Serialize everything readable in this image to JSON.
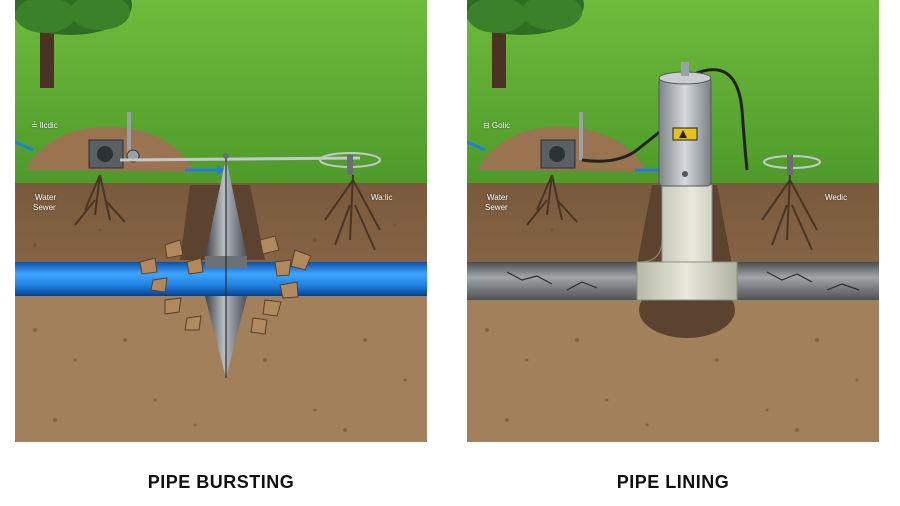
{
  "panels": [
    {
      "id": "bursting",
      "caption": "PIPE BURSTING",
      "labels": {
        "top_left": "≟ llcdic",
        "left_top": "Water",
        "left_bottom": "Sewer",
        "right": "Wa:lic"
      },
      "pipe_color": "#1f7fe0"
    },
    {
      "id": "lining",
      "caption": "PIPE LINING",
      "labels": {
        "top_left": "⊟ Golic",
        "left_top": "Water",
        "left_bottom": "Sewer",
        "right": "Wedic"
      },
      "pipe_color": "#8a8c8e"
    }
  ],
  "colors": {
    "grass": "#6dbb3a",
    "soil": "#8a6a4a",
    "subsoil": "#9b7a58",
    "trench": "#5b4330"
  }
}
